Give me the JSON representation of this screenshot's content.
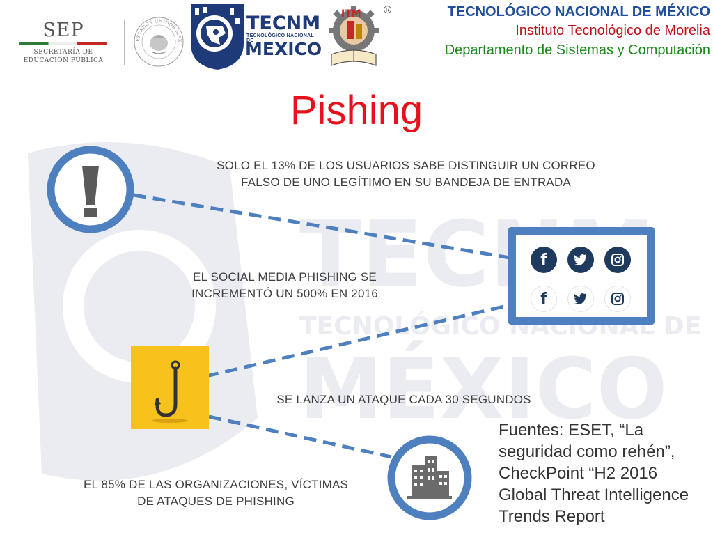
{
  "header": {
    "sep": {
      "word": "SEP",
      "sub_line1": "SECRETARÍA DE",
      "sub_line2": "EDUCACIÓN PÚBLICA"
    },
    "seal_text": "ESTADOS UNIDOS MEXICANOS",
    "tecnm": {
      "word": "TECNM",
      "sub": "TECNOLÓGICO NACIONAL DE",
      "mexico": "MEXICO"
    },
    "itm": {
      "letters": "ITM",
      "registered": "®"
    },
    "org_name": "TECNOLÓGICO NACIONAL DE MÉXICO",
    "institute": "Instituto Tecnológico de Morelia",
    "department": "Departamento de Sistemas y Computación"
  },
  "watermark": {
    "word1": "TECNM",
    "word2": "TECNOLÓGICO NACIONAL DE",
    "word3": "MÉXICO"
  },
  "title": "Pishing",
  "stats": [
    {
      "line1": "SOLO EL 13% DE LOS USUARIOS SABE DISTINGUIR UN CORREO",
      "line2": "FALSO DE UNO LEGÍTIMO EN SU BANDEJA DE ENTRADA"
    },
    {
      "line1": "EL SOCIAL MEDIA PHISHING SE",
      "line2": "INCREMENTÓ UN 500% EN 2016"
    },
    {
      "line1": "SE LANZA UN ATAQUE CADA 30 SEGUNDOS"
    },
    {
      "line1": "EL 85% DE LAS ORGANIZACIONES, VÍCTIMAS",
      "line2": "DE ATAQUES DE PHISHING"
    }
  ],
  "sources": {
    "line1": "Fuentes: ESET, “La",
    "line2": "seguridad como rehén”,",
    "line3": "CheckPoint “H2 2016",
    "line4": "Global Threat Intelligence",
    "line5": "Trends Report"
  },
  "icons": {
    "alert": "exclamation-icon",
    "hook": "fishing-hook-icon",
    "building": "building-icon",
    "social": [
      "facebook-icon",
      "twitter-icon",
      "instagram-icon"
    ]
  },
  "colors": {
    "title": "#e8101c",
    "accent_blue": "#4e7fbf",
    "hook_tile": "#f7c21b",
    "org_name": "#1f4e9c",
    "institute": "#c0111b",
    "department": "#1a8a1a"
  }
}
